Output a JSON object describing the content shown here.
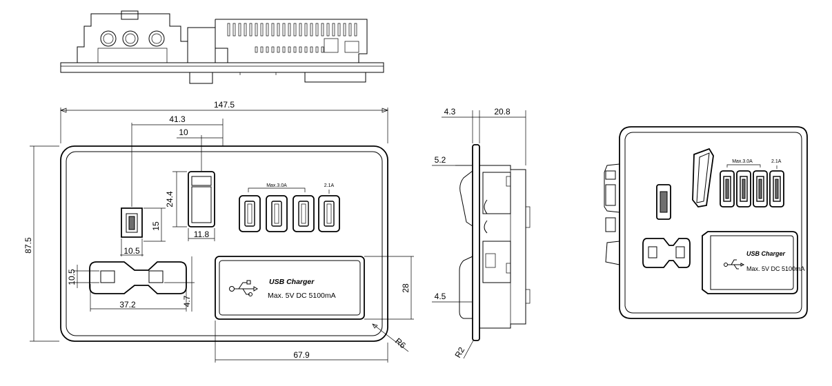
{
  "front_view": {
    "dim_width": "147.5",
    "dim_switch_offset": "41.3",
    "dim_switch_gap": "10",
    "dim_height": "87.5",
    "dim_switch_height": "24.4",
    "dim_switch_width": "11.8",
    "dim_earth_slot_height": "15",
    "dim_earth_slot_width": "10.5",
    "dim_pin_height": "10.5",
    "dim_pin_spacing": "37.2",
    "dim_pin_offset": "4.7",
    "dim_label_height": "28",
    "dim_label_width": "67.9",
    "dim_corner_radius": "R6",
    "usb_group_label": "Max.3.0A",
    "usb_single_label": "2.1A",
    "label_title": "USB  Charger",
    "label_spec": "Max. 5V DC 5100mA"
  },
  "side_view": {
    "dim_plate_thickness": "4.3",
    "dim_depth": "20.8",
    "dim_switch_protrusion": "5.2",
    "dim_label_protrusion": "4.5",
    "dim_edge_radius": "R2"
  },
  "iso_view": {
    "usb_group_label": "Max.3.0A",
    "usb_single_label": "2.1A",
    "label_title": "USB  Charger",
    "label_spec": "Max. 5V DC 5100mA"
  }
}
